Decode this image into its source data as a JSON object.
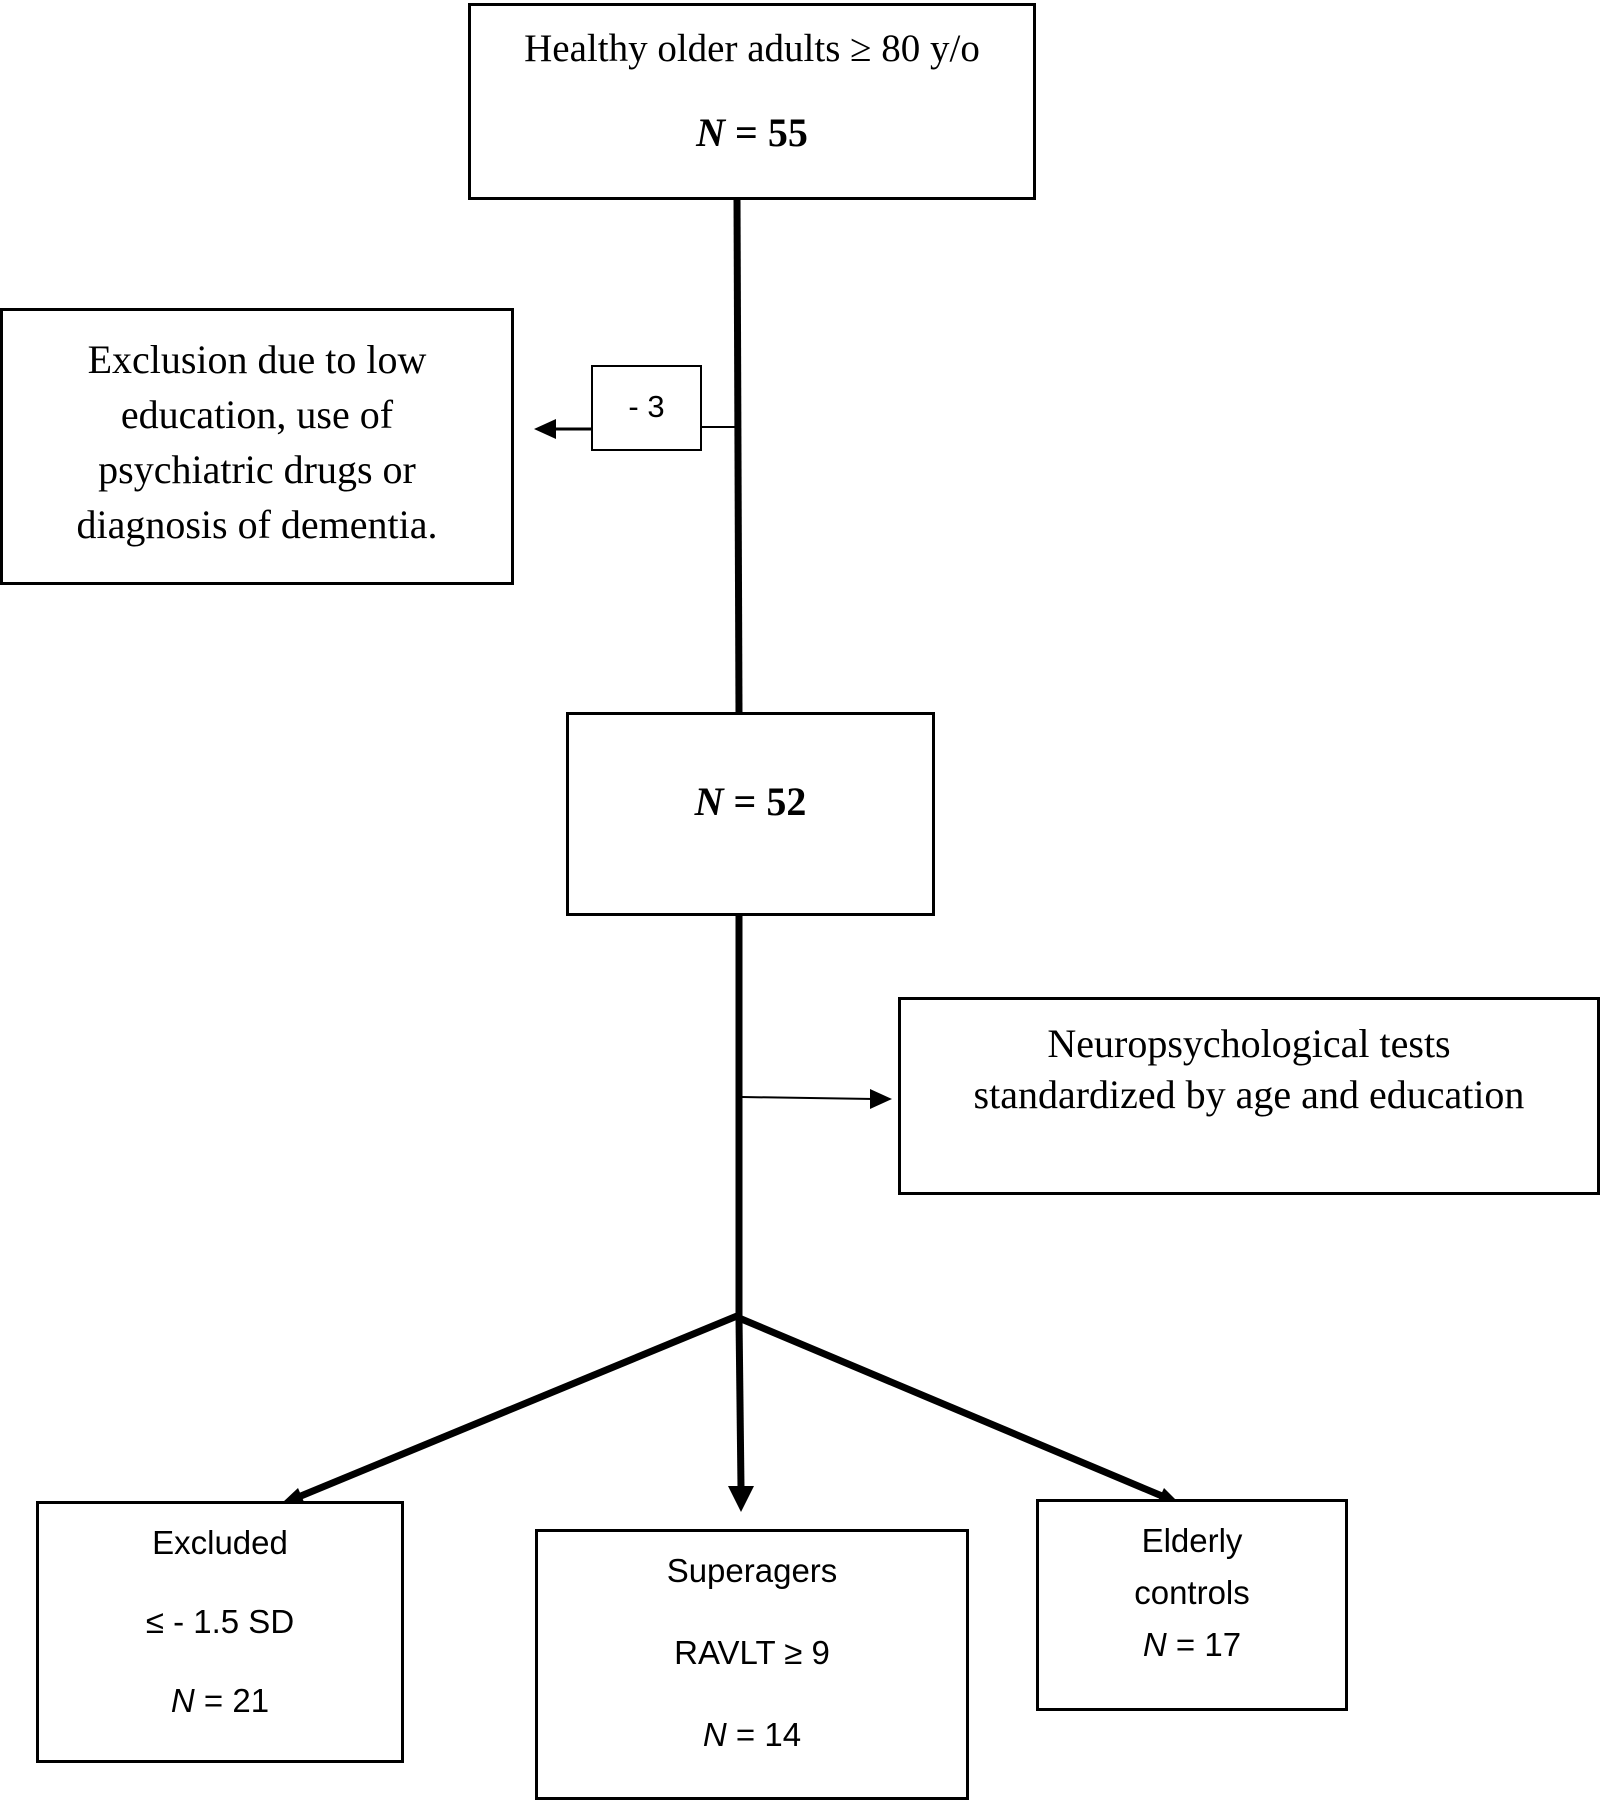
{
  "start": {
    "title": "Healthy older adults ≥ 80 y/o",
    "n_label": "N",
    "n_rest": " = 55"
  },
  "exclusion": {
    "lines": [
      "Exclusion due to low",
      "education, use of",
      "psychiatric drugs or",
      "diagnosis of dementia."
    ],
    "count": "- 3"
  },
  "middle": {
    "n_label": "N",
    "n_rest": " = 52"
  },
  "tests": {
    "lines": [
      "Neuropsychological tests",
      "standardized by age and education"
    ]
  },
  "excluded": {
    "title": "Excluded",
    "criterion": "≤ - 1.5 SD",
    "n_label": "N",
    "n_rest": " = 21"
  },
  "superagers": {
    "title": "Superagers",
    "criterion": "RAVLT ≥ 9",
    "n_label": "N",
    "n_rest": " = 14"
  },
  "controls": {
    "title_lines": [
      "Elderly",
      "controls"
    ],
    "n_label": "N",
    "n_rest": " = 17"
  },
  "colors": {
    "stroke": "#000000",
    "background": "#ffffff"
  }
}
